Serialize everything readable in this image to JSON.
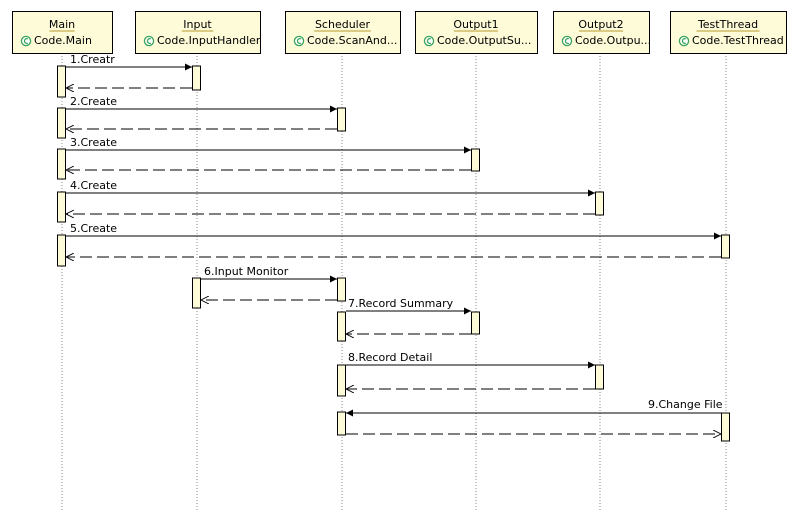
{
  "participants": [
    {
      "id": "main",
      "name": "Main",
      "class_label": "Code.Main"
    },
    {
      "id": "input",
      "name": "Input",
      "class_label": "Code.InputHandler"
    },
    {
      "id": "scheduler",
      "name": "Scheduler",
      "class_label": "Code.ScanAnd..."
    },
    {
      "id": "output1",
      "name": "Output1",
      "class_label": "Code.OutputSu..."
    },
    {
      "id": "output2",
      "name": "Output2",
      "class_label": "Code.Outpu..."
    },
    {
      "id": "testthread",
      "name": "TestThread",
      "class_label": "Code.TestThread"
    }
  ],
  "messages": [
    {
      "label": "1.Creatr",
      "from": "main",
      "to": "input"
    },
    {
      "label": "2.Create",
      "from": "main",
      "to": "scheduler"
    },
    {
      "label": "3.Create",
      "from": "main",
      "to": "output1"
    },
    {
      "label": "4.Create",
      "from": "main",
      "to": "output2"
    },
    {
      "label": "5.Create",
      "from": "main",
      "to": "testthread"
    },
    {
      "label": "6.Input Monitor",
      "from": "input",
      "to": "scheduler"
    },
    {
      "label": "7.Record Summary",
      "from": "scheduler",
      "to": "output1"
    },
    {
      "label": "8.Record Detail",
      "from": "scheduler",
      "to": "output2"
    },
    {
      "label": "9.Change File",
      "from": "testthread",
      "to": "scheduler"
    }
  ],
  "colors": {
    "box_fill": "#fefbd8",
    "box_stroke": "#000000",
    "title_underline": "#b89a2a",
    "icon_color": "#3aa55a",
    "line": "#000000",
    "lifeline": "#888888"
  },
  "icons": {
    "class_icon": "class-icon"
  }
}
